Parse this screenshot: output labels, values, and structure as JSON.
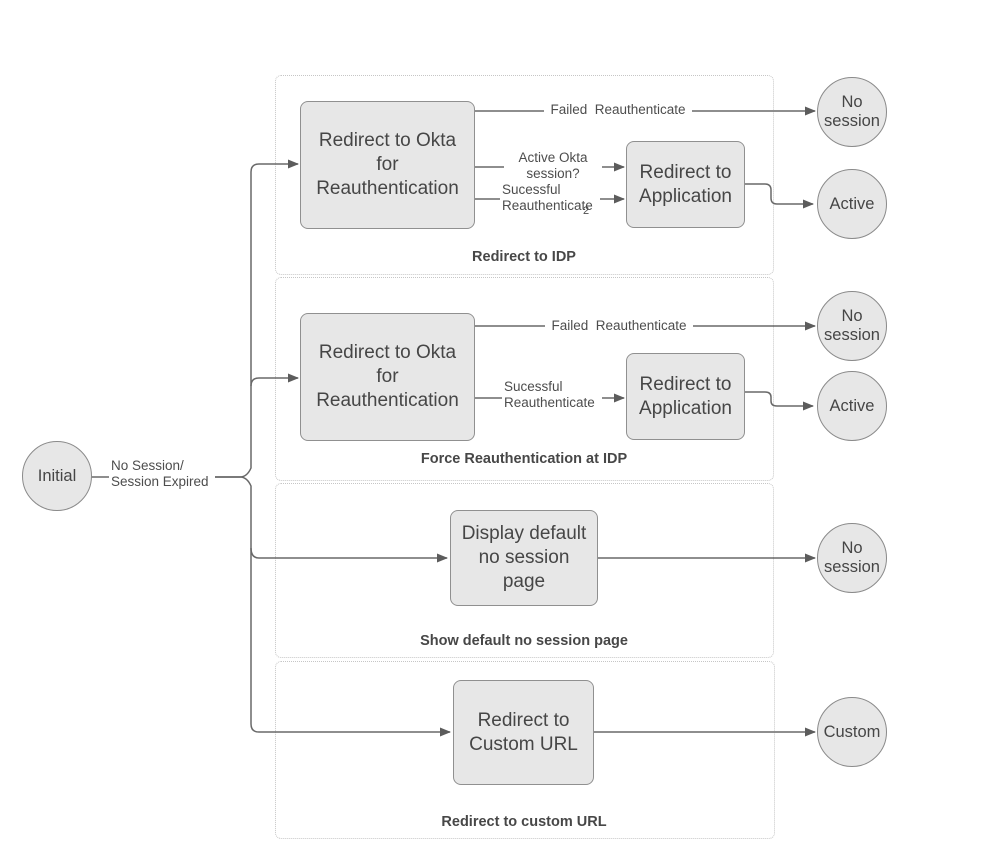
{
  "diagram": {
    "start": {
      "node_label": "Initial",
      "edge_label": "No Session/\nSession Expired"
    },
    "sections": [
      {
        "title": "Redirect to IDP",
        "okta_box": "Redirect to Okta\nfor\nReauthentication",
        "app_box": "Redirect to\nApplication",
        "failed_label": "Failed  Reauthenticate",
        "active_okta_label": "Active Okta\nsession?",
        "success_label": "Sucessful\nReauthenticate",
        "success_suffix": "2",
        "no_session_node": "No\nsession",
        "active_node": "Active"
      },
      {
        "title": "Force Reauthentication at IDP",
        "okta_box": "Redirect to Okta\nfor\nReauthentication",
        "app_box": "Redirect to\nApplication",
        "failed_label": "Failed  Reauthenticate",
        "success_label": "Sucessful\nReauthenticate",
        "no_session_node": "No\nsession",
        "active_node": "Active"
      },
      {
        "title": "Show default no session page",
        "box": "Display default\nno session\npage",
        "no_session_node": "No\nsession"
      },
      {
        "title": "Redirect to custom URL",
        "box": "Redirect to\nCustom URL",
        "custom_node": "Custom"
      }
    ],
    "colors": {
      "node_fill": "#e7e7e7",
      "node_border": "#909090",
      "connector": "#686868",
      "arrowhead": "#5c5c5c",
      "section_border": "#c6c6c6",
      "text": "#464646",
      "label_text": "#4d4d4d"
    }
  }
}
